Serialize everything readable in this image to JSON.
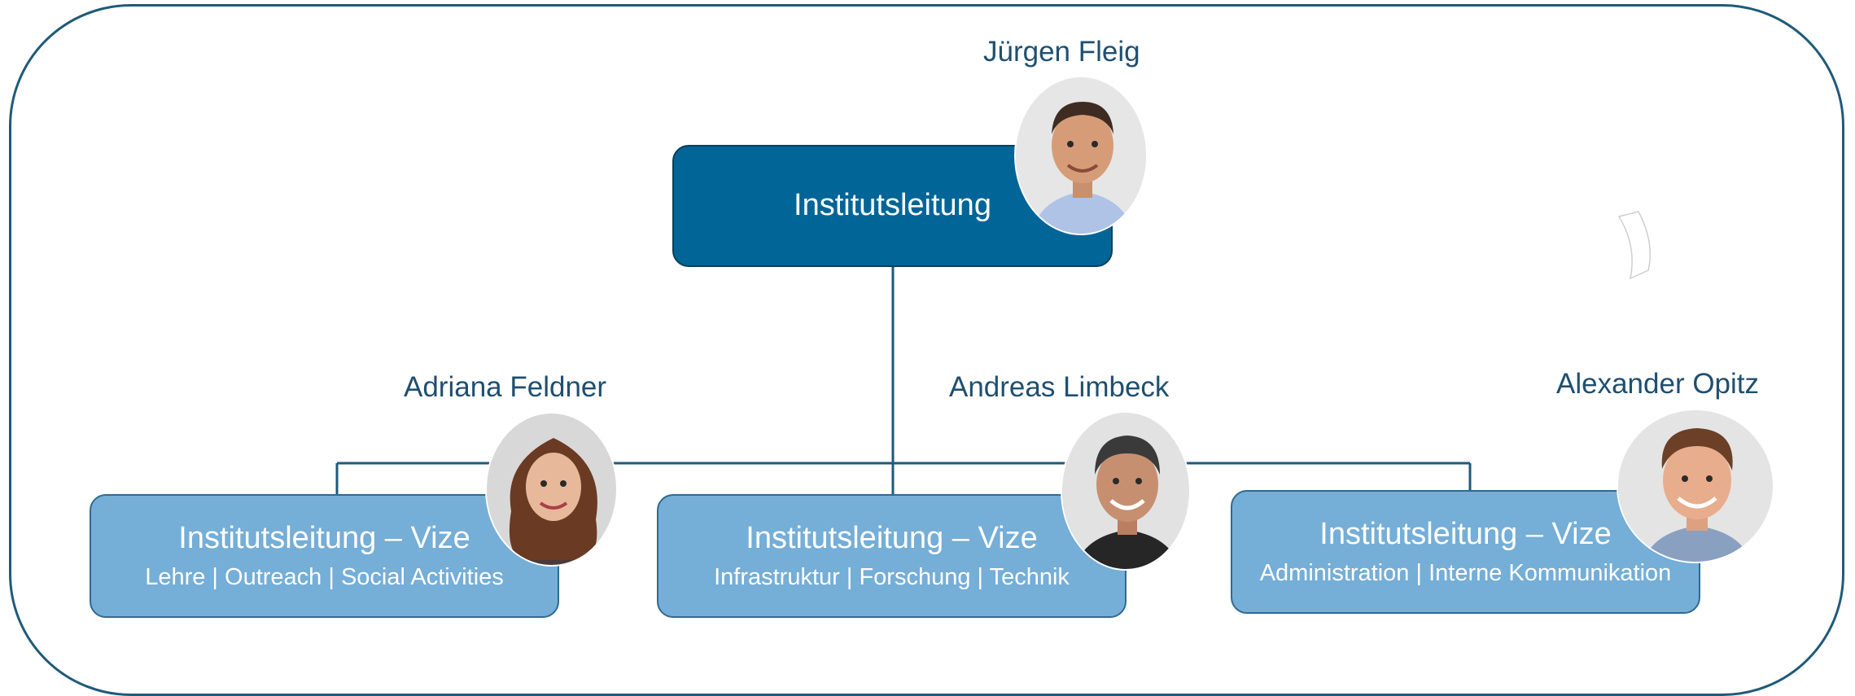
{
  "org_chart": {
    "head": {
      "name": "Jürgen Fleig",
      "title": "Institutsleitung"
    },
    "vices": [
      {
        "name": "Adriana Feldner",
        "title": "Institutsleitung – Vize",
        "areas": "Lehre | Outreach | Social Activities"
      },
      {
        "name": "Andreas Limbeck",
        "title": "Institutsleitung – Vize",
        "areas": "Infrastruktur | Forschung | Technik"
      },
      {
        "name": "Alexander Opitz",
        "title": "Institutsleitung – Vize",
        "areas": "Administration | Interne Kommunikation"
      }
    ]
  },
  "colors": {
    "head_box": "#026597",
    "vice_box": "#75aed7",
    "connector": "#1f5a7a",
    "name_text": "#1f4f70"
  },
  "icons": [
    "person-photo"
  ]
}
